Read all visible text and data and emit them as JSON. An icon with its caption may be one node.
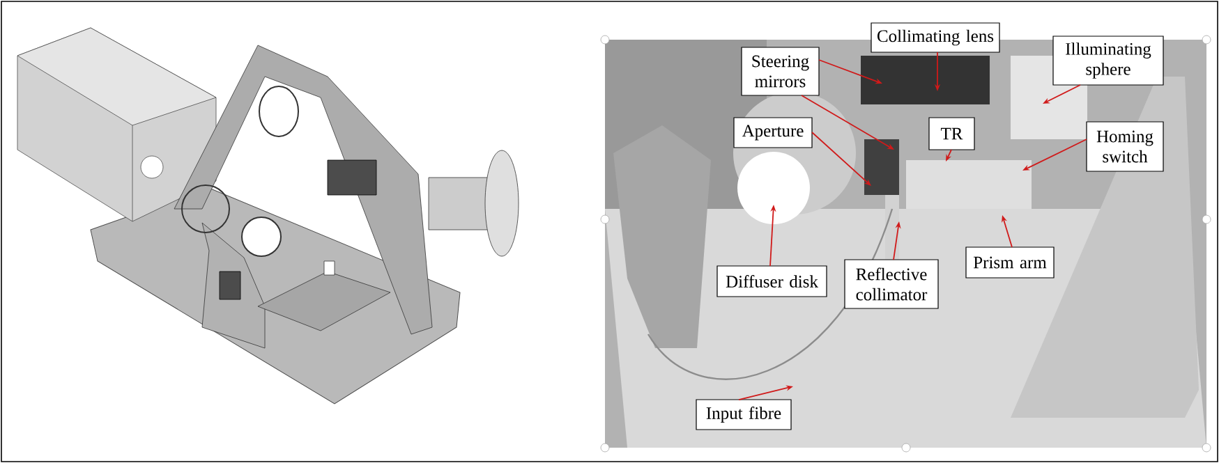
{
  "diagram": {
    "nodes": [
      {
        "text": [
          "Collimating lens"
        ]
      },
      {
        "text": [
          "Steering mirrors"
        ]
      },
      {
        "text": [
          "Illuminating sphere"
        ]
      },
      {
        "text": [
          "Aperture"
        ]
      },
      {
        "text": [
          "TR"
        ]
      },
      {
        "text": [
          "Homing switch"
        ]
      },
      {
        "text": [
          "Prism arm"
        ]
      },
      {
        "text": [
          "Diffuser disk"
        ]
      },
      {
        "text": [
          "Reflective collimator"
        ]
      },
      {
        "text": [
          "Input fibre"
        ]
      }
    ],
    "edges": [
      {
        "from": 0,
        "to": null,
        "arrow": "to"
      },
      {
        "from": 1,
        "to": null,
        "arrow": "to"
      },
      {
        "from": 1,
        "to": null,
        "arrow": "to"
      },
      {
        "from": 2,
        "to": null,
        "arrow": "to"
      },
      {
        "from": 3,
        "to": null,
        "arrow": "to"
      },
      {
        "from": 4,
        "to": null,
        "arrow": "to"
      },
      {
        "from": 5,
        "to": null,
        "arrow": "to"
      },
      {
        "from": 6,
        "to": null,
        "arrow": "to"
      },
      {
        "from": 7,
        "to": null,
        "arrow": "to"
      },
      {
        "from": 8,
        "to": null,
        "arrow": "to"
      },
      {
        "from": 9,
        "to": null,
        "arrow": "to"
      }
    ]
  }
}
